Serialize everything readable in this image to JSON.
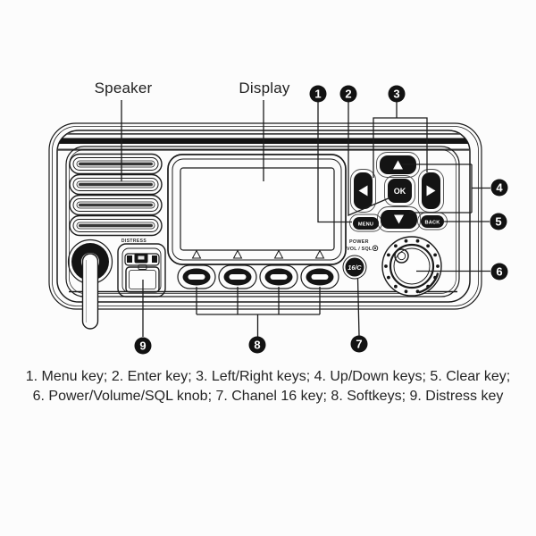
{
  "colors": {
    "ink": "#1b1b1b",
    "badge": "#121212",
    "background": "#fcfcfc"
  },
  "labels": {
    "speaker": "Speaker",
    "display": "Display"
  },
  "radio": {
    "menu_key": "MENU",
    "back_key": "BACK",
    "ok_key": "OK",
    "channel16_key": "16/C",
    "power_label": "POWER",
    "volsql_label": "VOL / SQL",
    "volsql_icon": "◎",
    "distress_label": "DISTRESS"
  },
  "callouts": [
    {
      "number": "1",
      "meaning": "Menu key"
    },
    {
      "number": "2",
      "meaning": "Enter key"
    },
    {
      "number": "3",
      "meaning": "Left/Right keys"
    },
    {
      "number": "4",
      "meaning": "Up/Down keys"
    },
    {
      "number": "5",
      "meaning": "Clear key"
    },
    {
      "number": "6",
      "meaning": "Power/Volume/SQL knob"
    },
    {
      "number": "7",
      "meaning": "Chanel 16 key"
    },
    {
      "number": "8",
      "meaning": "Softkeys"
    },
    {
      "number": "9",
      "meaning": "Distress key"
    }
  ],
  "caption": {
    "line1": "1. Menu key; 2. Enter key; 3. Left/Right keys; 4. Up/Down keys; 5. Clear key;",
    "line2": "6. Power/Volume/SQL knob; 7. Chanel 16 key; 8. Softkeys; 9. Distress key"
  }
}
